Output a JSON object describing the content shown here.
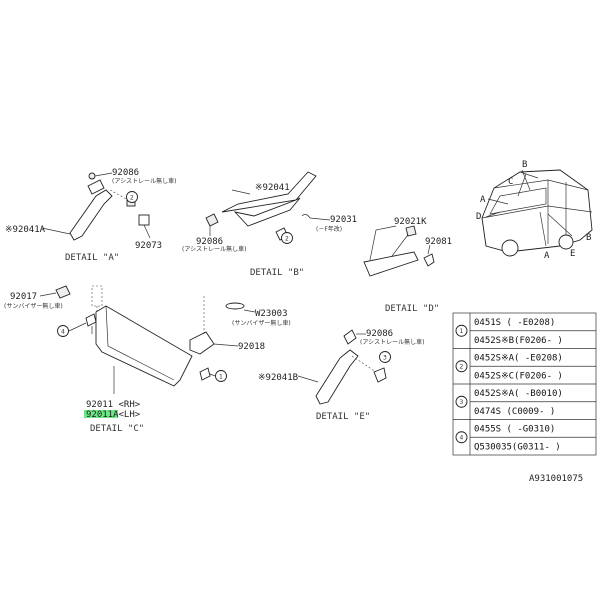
{
  "labels": {
    "p92086_a": "92086",
    "p92086_a_note": "(アシストレール無し車)",
    "p92041a": "※92041A",
    "p92073": "92073",
    "det_a": "DETAIL \"A\"",
    "p92041": "※92041",
    "p92086_b": "92086",
    "p92086_b_note": "(アシストレール無し車)",
    "p92031": "92031",
    "p92031_note": "(－F年改)",
    "det_b": "DETAIL \"B\"",
    "p92021k": "92021K",
    "p92081": "92081",
    "det_d": "DETAIL \"D\"",
    "p92017": "92017",
    "p92017_note": "(サンバイザー無し車)",
    "w23003": "W23003",
    "w23003_note": "(サンバイザー無し車)",
    "p92018": "92018",
    "p92011_rh": "92011 <RH>",
    "p92011a_lh": "92011A<LH>",
    "det_c": "DETAIL \"C\"",
    "p92086_e": "92086",
    "p92086_e_note": "(アシストレール無し車)",
    "p92041b": "※92041B",
    "det_e": "DETAIL \"E\"",
    "code": "A931001075",
    "veh_a": "A",
    "veh_b": "B",
    "veh_c": "C",
    "veh_d": "D",
    "veh_e": "E",
    "veh_b2": "B",
    "veh_a2": "A",
    "ref1": "1",
    "ref2": "2",
    "ref3": "3",
    "ref4": "4"
  },
  "table": {
    "groups": [
      "1",
      "2",
      "3",
      "4"
    ],
    "rows": [
      "0451S   ( -E0208)",
      "0452S※B(F0206- )",
      "0452S※A( -E0208)",
      "0452S※C(F0206- )",
      "0452S※A( -B0010)",
      "0474S  (C0009- )",
      "0455S  ( -G0310)",
      "Q530035(G0311- )"
    ]
  },
  "colors": {
    "highlight": "#39e05a",
    "line": "#333333"
  }
}
